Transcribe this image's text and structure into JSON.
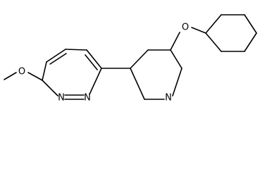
{
  "molecule": {
    "atoms": {
      "methoxy_o": "O",
      "ring_n1": "N",
      "ring_n2": "N",
      "pyridine_n": "N",
      "ether_o": "O"
    },
    "colors": {
      "bond": "#000000",
      "label": "#000000",
      "background": "#ffffff"
    }
  }
}
